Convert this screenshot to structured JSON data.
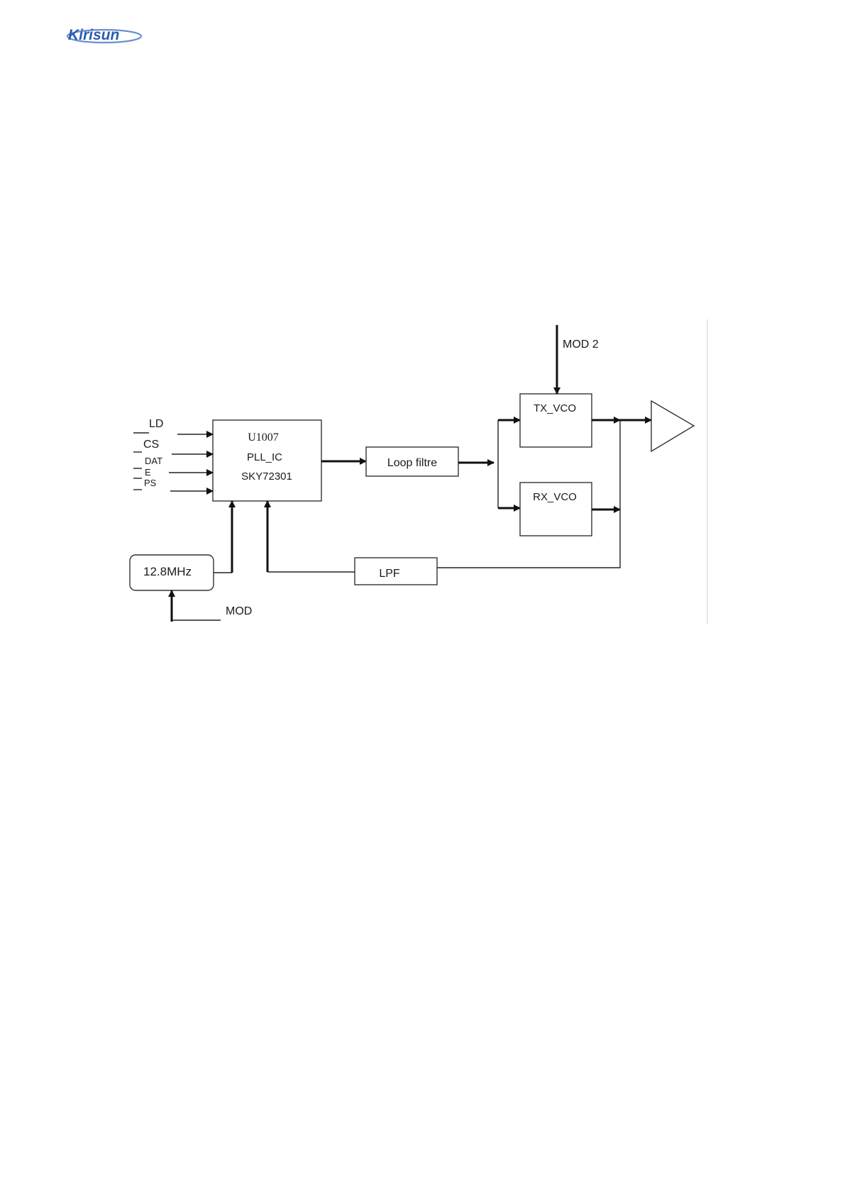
{
  "header": {
    "logo_text": "Kirisun",
    "logo_color": "#2a5db0"
  },
  "diagram": {
    "pll": {
      "line1": "U1007",
      "line2": "PLL_IC",
      "line3": "SKY72301"
    },
    "loop_filter": "Loop filtre",
    "tx_vco": "TX_VCO",
    "rx_vco": "RX_VCO",
    "lpf": "LPF",
    "ref_osc": "12.8MHz",
    "mod": "MOD",
    "mod2": "MOD 2",
    "inputs": {
      "ld": "LD",
      "cs": "CS",
      "dat": "DAT",
      "e": "E",
      "ps": "PS"
    }
  }
}
